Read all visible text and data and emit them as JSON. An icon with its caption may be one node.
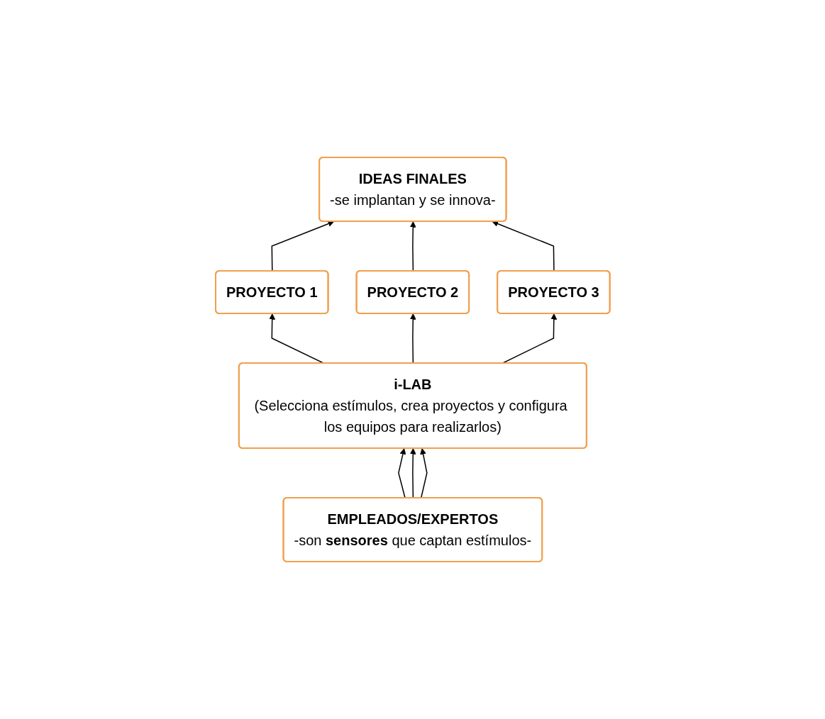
{
  "diagram": {
    "nodes": [
      {
        "text": [
          "IDEAS FINALES",
          "-se implantan y se innova-"
        ]
      },
      {
        "text": [
          "PROYECTO 1"
        ]
      },
      {
        "text": [
          "PROYECTO 2"
        ]
      },
      {
        "text": [
          "PROYECTO 3"
        ]
      },
      {
        "text": [
          "i-LAB",
          "(Selecciona estímulos, crea proyectos y configura los equipos para realizarlos)"
        ]
      },
      {
        "text": [
          "EMPLEADOS/EXPERTOS",
          "-son **sensores** que captan estímulos-"
        ]
      }
    ],
    "edges": [
      {
        "from": 1,
        "to": 0,
        "arrow": "to"
      },
      {
        "from": 2,
        "to": 0,
        "arrow": "to"
      },
      {
        "from": 3,
        "to": 0,
        "arrow": "to"
      },
      {
        "from": 4,
        "to": 1,
        "arrow": "to"
      },
      {
        "from": 4,
        "to": 2,
        "arrow": "to"
      },
      {
        "from": 4,
        "to": 3,
        "arrow": "to"
      },
      {
        "from": 5,
        "to": 4,
        "arrow": "to"
      },
      {
        "from": 5,
        "to": 4,
        "arrow": "to"
      },
      {
        "from": 5,
        "to": 4,
        "arrow": "to"
      }
    ]
  }
}
